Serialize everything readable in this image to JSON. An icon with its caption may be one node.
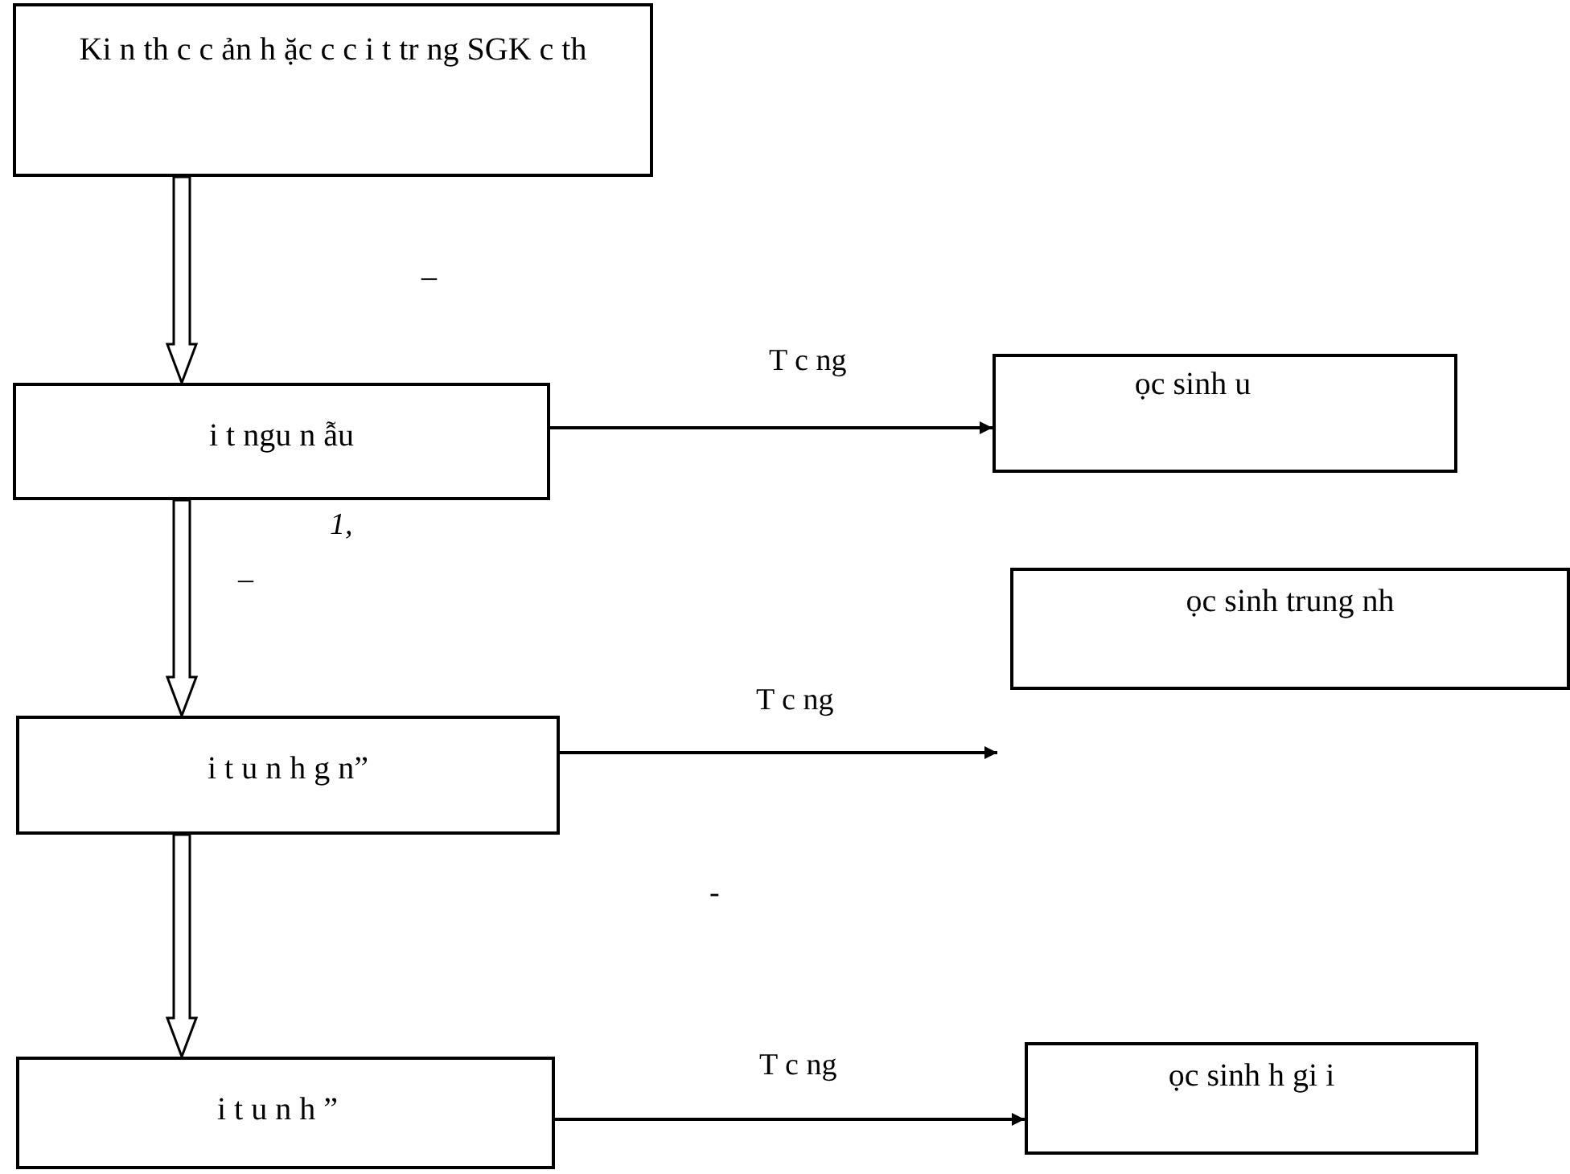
{
  "diagram": {
    "nodes": [
      {
        "text": [
          "Ki n th c c ản h ặc c c i t tr ng SGK c th"
        ]
      },
      {
        "text": [
          "i t ngu n ẫu"
        ]
      },
      {
        "text": [
          "ọc sinh u"
        ]
      },
      {
        "text": [
          "ọc sinh trung nh"
        ]
      },
      {
        "text": [
          "i t u n h g n”"
        ]
      },
      {
        "text": [
          "i t u n h ”"
        ]
      },
      {
        "text": [
          "ọc sinh h gi i"
        ]
      }
    ],
    "edges": [
      {
        "from": 0,
        "to": 1,
        "arrow": "to",
        "style": "thick"
      },
      {
        "from": 1,
        "to": 2,
        "arrow": "to",
        "label": "T c ng"
      },
      {
        "from": 1,
        "to": 4,
        "arrow": "to",
        "style": "thick"
      },
      {
        "from": 4,
        "to": null,
        "arrow": "to",
        "label": "T c ng"
      },
      {
        "from": 4,
        "to": 5,
        "arrow": "to",
        "style": "thick"
      },
      {
        "from": 5,
        "to": 6,
        "arrow": "to",
        "label": "T c ng"
      }
    ],
    "labels": [
      "–",
      "1,",
      "–",
      "-"
    ]
  }
}
